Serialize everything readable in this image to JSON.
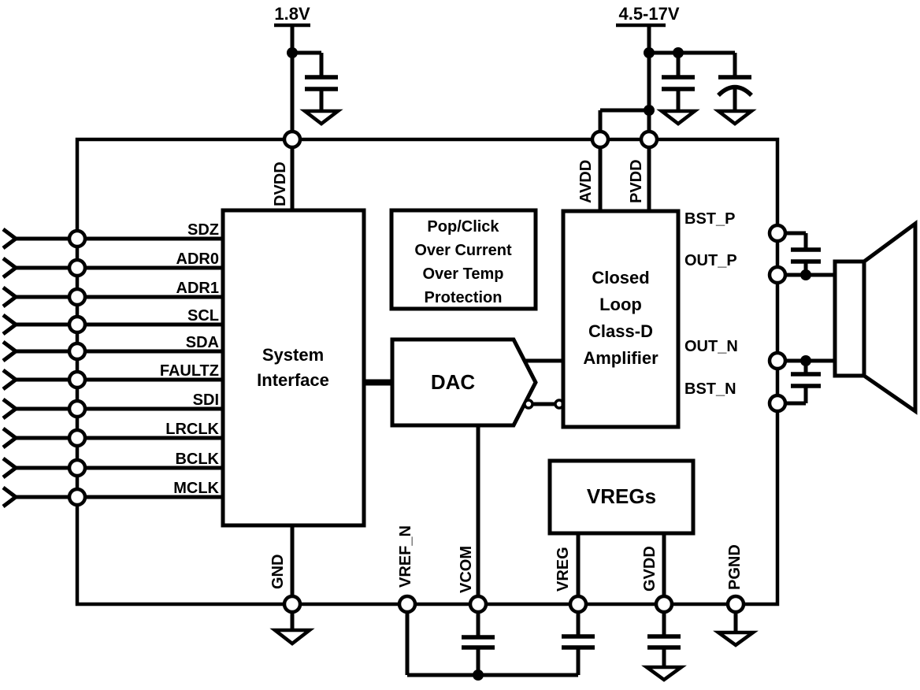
{
  "supplies": {
    "digital": "1.8V",
    "power": "4.5-17V"
  },
  "top_pins": {
    "dvdd": "DVDD",
    "avdd": "AVDD",
    "pvdd": "PVDD"
  },
  "inputs": [
    "SDZ",
    "ADR0",
    "ADR1",
    "SCL",
    "SDA",
    "FAULTZ",
    "SDI",
    "LRCLK",
    "BCLK",
    "MCLK"
  ],
  "outputs": [
    "BST_P",
    "OUT_P",
    "OUT_N",
    "BST_N"
  ],
  "bottom_pins": [
    "GND",
    "VREF_N",
    "VCOM",
    "VREG",
    "GVDD",
    "PGND"
  ],
  "blocks": {
    "system_interface": {
      "lines": [
        "System",
        "Interface"
      ]
    },
    "protection": {
      "lines": [
        "Pop/Click",
        "Over Current",
        "Over Temp",
        "Protection"
      ]
    },
    "dac": {
      "label": "DAC"
    },
    "class_d": {
      "lines": [
        "Closed",
        "Loop",
        "Class-D",
        "Amplifier"
      ]
    },
    "vregs": {
      "label": "VREGs"
    }
  },
  "colors": {
    "line": "#000000",
    "background": "#ffffff"
  }
}
